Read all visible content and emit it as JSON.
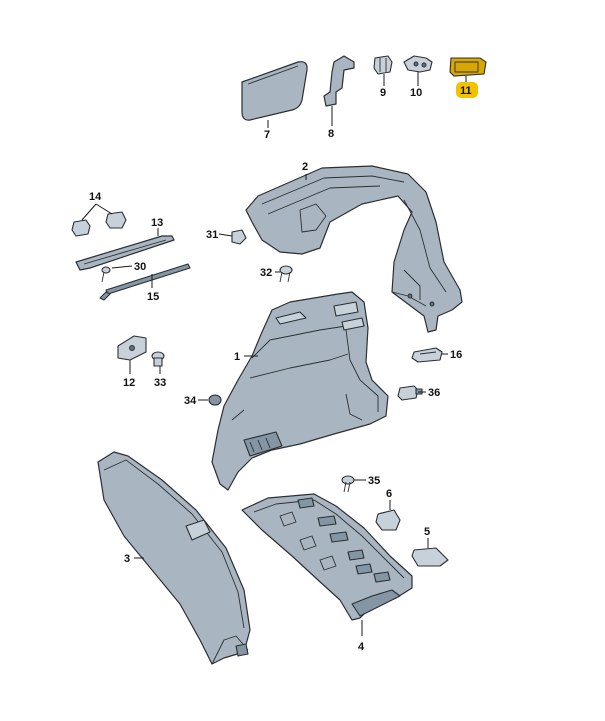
{
  "callouts": {
    "c1": "1",
    "c2": "2",
    "c3": "3",
    "c4": "4",
    "c5": "5",
    "c6": "6",
    "c7": "7",
    "c8": "8",
    "c9": "9",
    "c10": "10",
    "c11": "11",
    "c12": "12",
    "c13": "13",
    "c14": "14",
    "c15": "15",
    "c16": "16",
    "c30": "30",
    "c31": "31",
    "c32": "32",
    "c33": "33",
    "c34": "34",
    "c35": "35",
    "c36": "36"
  },
  "highlight": {
    "part": "11",
    "color": "#f2c200"
  }
}
